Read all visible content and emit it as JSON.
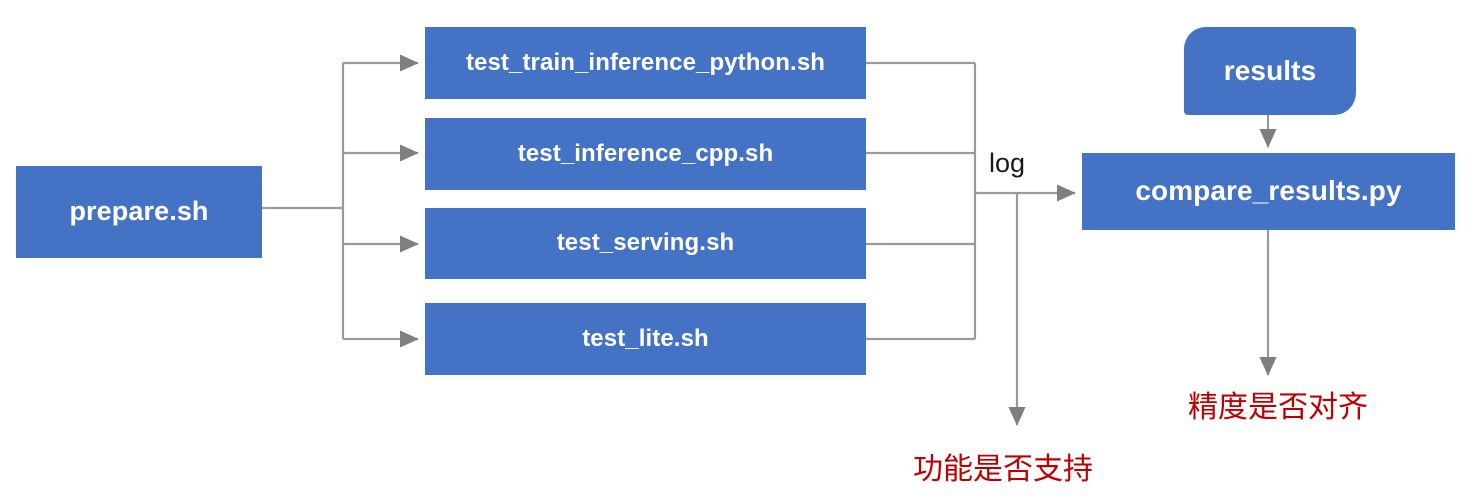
{
  "diagram": {
    "title": "paddle auto test pipeline flowchart",
    "colors": {
      "node_fill": "#4472C4",
      "node_text": "#FFFFFF",
      "connector": "#9A9A9A",
      "annotation_red": "#C00000",
      "edge_label": "#1A1A1A",
      "background": "#FFFFFF"
    },
    "nodes": {
      "prepare": "prepare.sh",
      "train_inference_python": "test_train_inference_python.sh",
      "inference_cpp": "test_inference_cpp.sh",
      "serving": "test_serving.sh",
      "lite": "test_lite.sh",
      "results": "results",
      "compare_results": "compare_results.py"
    },
    "edge_labels": {
      "log": "log"
    },
    "annotations": {
      "function_support": "功能是否支持",
      "precision_align": "精度是否对齐"
    }
  }
}
